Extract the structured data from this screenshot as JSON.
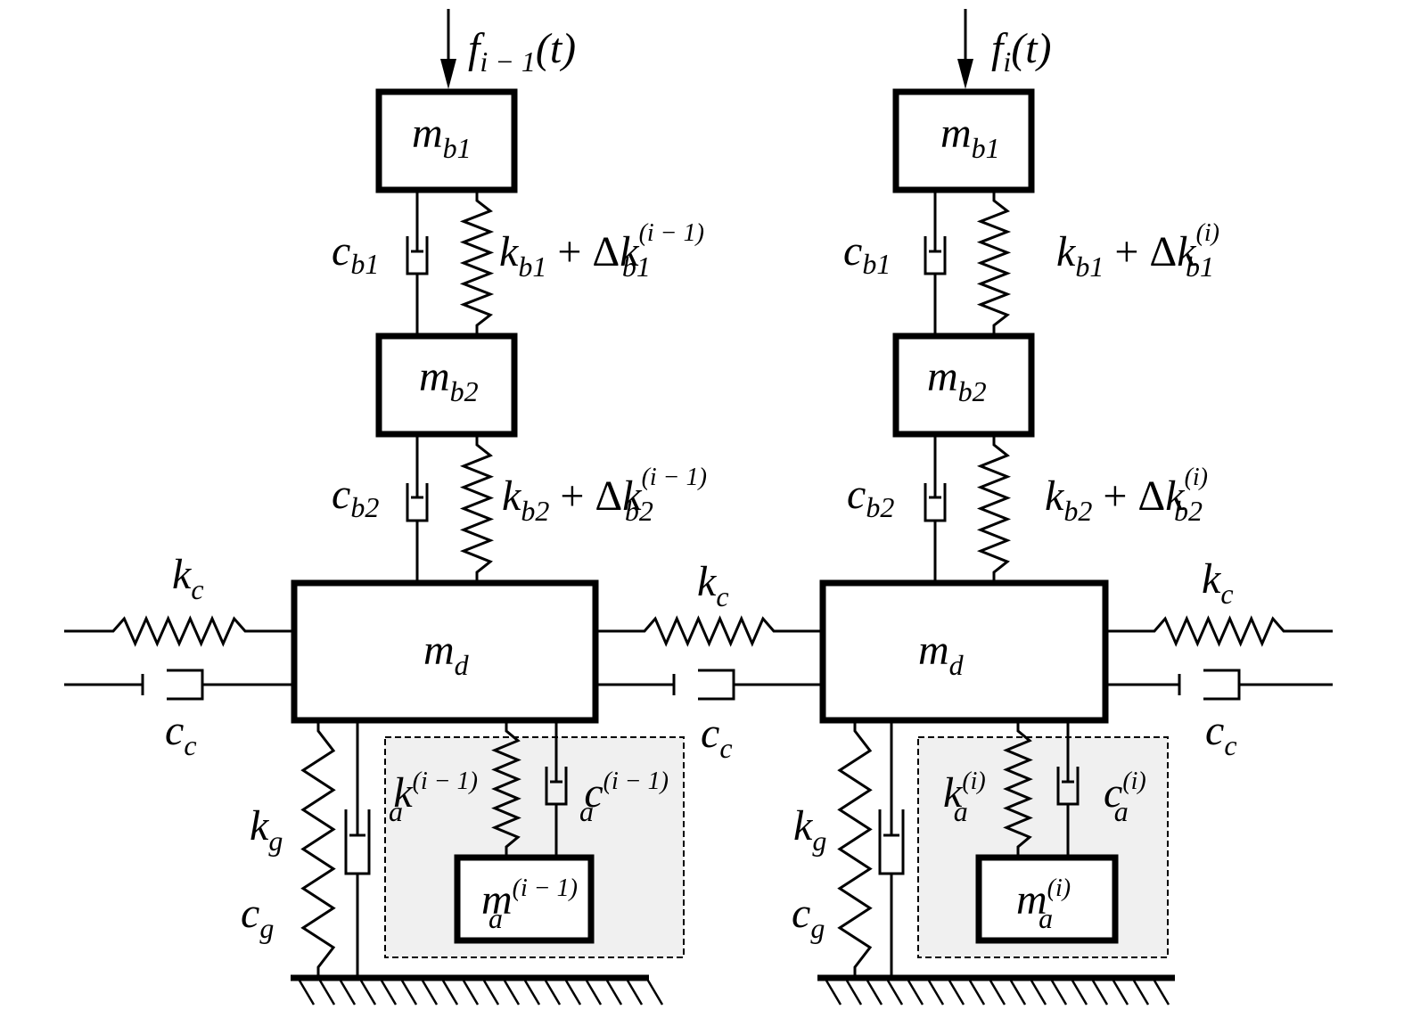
{
  "units": [
    {
      "id": "unit-prev",
      "force_label": "f",
      "force_sub": "i − 1",
      "force_arg": "(t)",
      "mb1": {
        "base": "m",
        "sub": "b1"
      },
      "mb2": {
        "base": "m",
        "sub": "b2"
      },
      "md": {
        "base": "m",
        "sub": "d"
      },
      "cb1": {
        "base": "c",
        "sub": "b1"
      },
      "cb2": {
        "base": "c",
        "sub": "b2"
      },
      "kb1": {
        "base": "k",
        "sub": "b1",
        "delta_base": "k",
        "delta_sup": "(i − 1)",
        "delta_sub": "b1"
      },
      "kb2": {
        "base": "k",
        "sub": "b2",
        "delta_base": "k",
        "delta_sup": "(i − 1)",
        "delta_sub": "b2"
      },
      "kg": {
        "base": "k",
        "sub": "g"
      },
      "cg": {
        "base": "c",
        "sub": "g"
      },
      "ka": {
        "base": "k",
        "sup": "(i − 1)",
        "sub": "a"
      },
      "ca": {
        "base": "c",
        "sup": "(i − 1)",
        "sub": "a"
      },
      "ma": {
        "base": "m",
        "sup": "(i − 1)",
        "sub": "a"
      }
    },
    {
      "id": "unit-curr",
      "force_label": "f",
      "force_sub": "i",
      "force_arg": "(t)",
      "mb1": {
        "base": "m",
        "sub": "b1"
      },
      "mb2": {
        "base": "m",
        "sub": "b2"
      },
      "md": {
        "base": "m",
        "sub": "d"
      },
      "cb1": {
        "base": "c",
        "sub": "b1"
      },
      "cb2": {
        "base": "c",
        "sub": "b2"
      },
      "kb1": {
        "base": "k",
        "sub": "b1",
        "delta_base": "k",
        "delta_sup": "(i)",
        "delta_sub": "b1"
      },
      "kb2": {
        "base": "k",
        "sub": "b2",
        "delta_base": "k",
        "delta_sup": "(i)",
        "delta_sub": "b2"
      },
      "kg": {
        "base": "k",
        "sub": "g"
      },
      "cg": {
        "base": "c",
        "sub": "g"
      },
      "ka": {
        "base": "k",
        "sup": "(i)",
        "sub": "a"
      },
      "ca": {
        "base": "c",
        "sup": "(i)",
        "sub": "a"
      },
      "ma": {
        "base": "m",
        "sup": "(i)",
        "sub": "a"
      }
    }
  ],
  "coupling": {
    "kc": {
      "base": "k",
      "sub": "c"
    },
    "cc": {
      "base": "c",
      "sub": "c"
    }
  },
  "symbols": {
    "plus": "+",
    "delta": "Δ"
  }
}
